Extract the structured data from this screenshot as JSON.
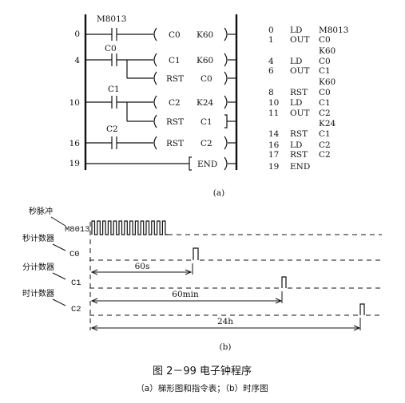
{
  "ladder": {
    "rungs": [
      {
        "step": "0",
        "contact": "M8013",
        "coil": [
          "C0",
          "K60"
        ]
      },
      {
        "step": "4",
        "contact": "C0",
        "coil": [
          "C1",
          "K60"
        ],
        "reset": [
          "RST",
          "C0"
        ]
      },
      {
        "step": "10",
        "contact": "C1",
        "coil": [
          "C2",
          "K24"
        ],
        "reset": [
          "RST",
          "C1"
        ]
      },
      {
        "step": "16",
        "contact": "C2",
        "reset": [
          "RST",
          "C2"
        ]
      },
      {
        "step": "19",
        "end": "END"
      }
    ]
  },
  "instructions": [
    {
      "step": "0",
      "op": "LD",
      "arg": "M8013"
    },
    {
      "step": "1",
      "op": "OUT",
      "arg": "C0"
    },
    {
      "step": "",
      "op": "",
      "arg": "K60"
    },
    {
      "step": "4",
      "op": "LD",
      "arg": "C0"
    },
    {
      "step": "6",
      "op": "OUT",
      "arg": "C1"
    },
    {
      "step": "",
      "op": "",
      "arg": "K60"
    },
    {
      "step": "8",
      "op": "RST",
      "arg": "C0"
    },
    {
      "step": "10",
      "op": "LD",
      "arg": "C1"
    },
    {
      "step": "11",
      "op": "OUT",
      "arg": "C2"
    },
    {
      "step": "",
      "op": "",
      "arg": "K24"
    },
    {
      "step": "14",
      "op": "RST",
      "arg": "C1"
    },
    {
      "step": "16",
      "op": "LD",
      "arg": "C2"
    },
    {
      "step": "17",
      "op": "RST",
      "arg": "C2"
    },
    {
      "step": "19",
      "op": "END",
      "arg": ""
    }
  ],
  "label_a": "(a)",
  "timing": {
    "signals": [
      {
        "label": "秒脉冲",
        "id": "M8013"
      },
      {
        "label": "秒计数器",
        "id": "C0"
      },
      {
        "label": "分计数器",
        "id": "C1"
      },
      {
        "label": "时计数器",
        "id": "C2"
      }
    ],
    "spans": [
      "60s",
      "60min",
      "24h"
    ]
  },
  "label_b": "(b)",
  "caption": {
    "title": "图 2－99   电子钟程序",
    "subtitle": "（a）梯形图和指令表；（b）时序图"
  }
}
